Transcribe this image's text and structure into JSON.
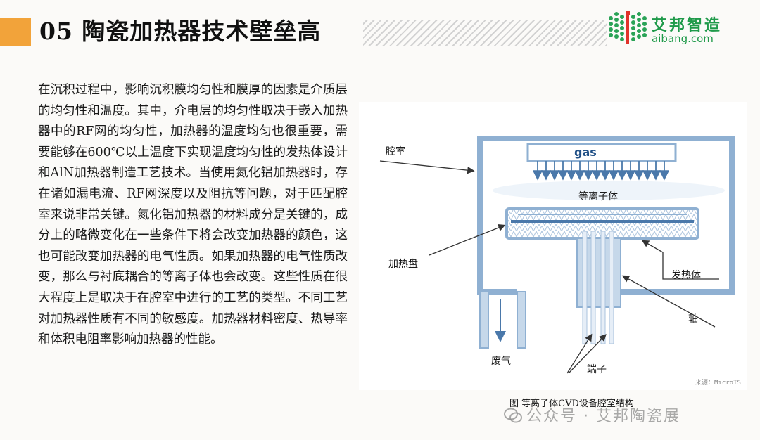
{
  "header": {
    "title": "05 陶瓷加热器技术壁垒高",
    "logo_cn": "艾邦智造",
    "logo_en": "aibang.com",
    "logo_color": "#1f9a4a",
    "accent_color": "#f2a33a"
  },
  "body": {
    "paragraph": "在沉积过程中，影响沉积膜均匀性和膜厚的因素是介质层的均匀性和温度。其中，介电层的均匀性取决于嵌入加热器中的RF网的均匀性，加热器的温度均匀也很重要，需要能够在600℃以上温度下实现温度均匀性的发热体设计和AlN加热器制造工艺技术。当使用氮化铝加热器时，存在诸如漏电流、RF网深度以及阻抗等问题，对于匹配腔室来说非常关键。氮化铝加热器的材料成分是关键的，成分上的略微变化在一些条件下将会改变加热器的颜色，这也可能改变加热器的电气性质。如果加热器的电气性质改变，那么与衬底耦合的等离子体也会改变。这些性质在很大程度上是取决于在腔室中进行的工艺的类型。不同工艺对加热器性质有不同的敏感度。加热器材料密度、热导率和体积电阻率影响加热器的性能。"
  },
  "diagram": {
    "gas": "gas",
    "chamber": "腔室",
    "plasma": "等离子体",
    "heater_plate": "加热盘",
    "heating_element": "发热体",
    "shaft": "轴",
    "exhaust": "废气",
    "terminal": "端子",
    "source": "来源：MicroTS",
    "line_color": "#8fb0d2",
    "fill_color": "#c6d8ea"
  },
  "caption": "图 等离子体CVD设备腔室结构",
  "watermark": "公众号 · 艾邦陶瓷展"
}
